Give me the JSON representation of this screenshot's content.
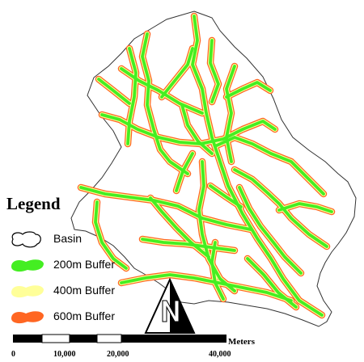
{
  "legend": {
    "title": "Legend",
    "items": [
      {
        "label": "Basin",
        "swatch": "outline",
        "color": "#000000"
      },
      {
        "label": "200m Buffer",
        "swatch": "fill",
        "color": "#44ee22"
      },
      {
        "label": "400m Buffer",
        "swatch": "fill",
        "color": "#ffff99"
      },
      {
        "label": "600m Buffer",
        "swatch": "fill",
        "color": "#ff6622"
      }
    ]
  },
  "scale_bar": {
    "unit": "Meters",
    "ticks": [
      "0",
      "10,000",
      "20,000",
      "40,000"
    ]
  },
  "colors": {
    "buffer_200": "#44ee22",
    "buffer_400": "#ffff99",
    "buffer_600": "#ff6622",
    "basin_outline": "#000000"
  },
  "north_arrow": {
    "icon": "north-arrow-icon"
  }
}
